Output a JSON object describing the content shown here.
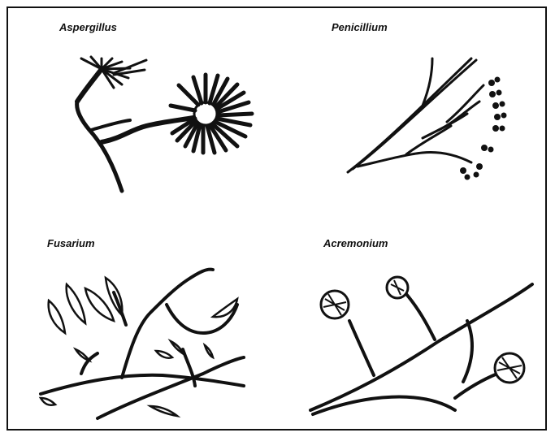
{
  "labels": {
    "aspergillus": "Aspergillus",
    "penicillium": "Penicillium",
    "fusarium": "Fusarium",
    "acremonium": "Acremonium"
  },
  "colors": {
    "ink": "#111111",
    "background": "#ffffff"
  }
}
